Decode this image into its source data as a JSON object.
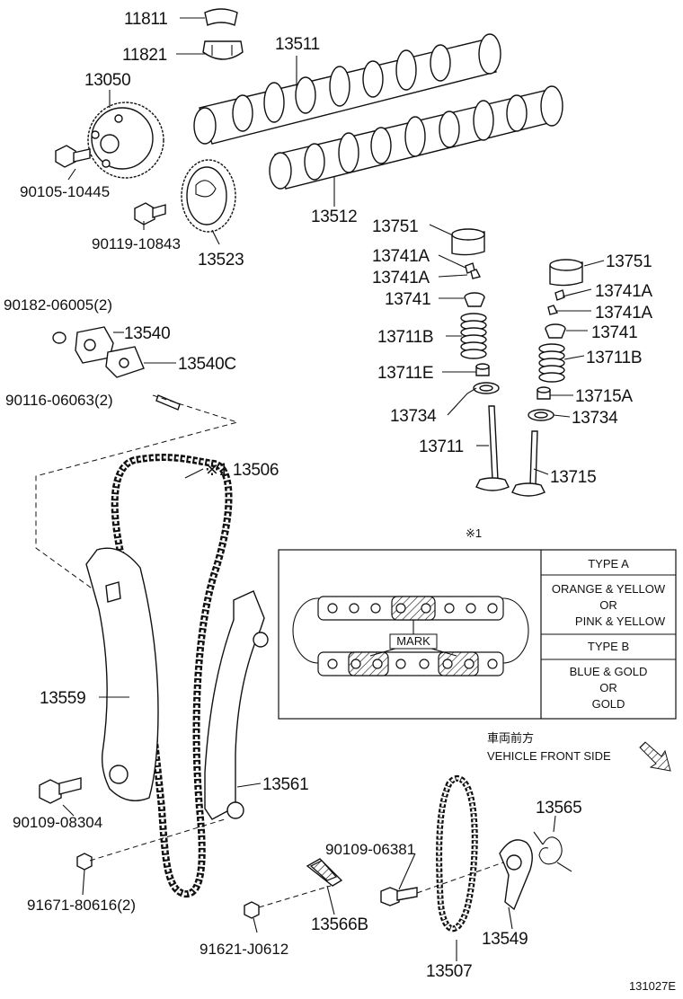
{
  "diagram_code": "131027E",
  "part_labels": [
    "11811",
    "11821",
    "13511",
    "13050",
    "90105-10445",
    "13512",
    "13523",
    "90119-10843",
    "13751",
    "13741A",
    "13741A",
    "13741",
    "13711B",
    "13711E",
    "13734",
    "13711",
    "13751",
    "13741A",
    "13741A",
    "13741",
    "13711B",
    "13715A",
    "13734",
    "13715",
    "90182-06005(2)",
    "13540",
    "13540C",
    "90116-06063(2)",
    "※1 13506",
    "13559",
    "13561",
    "90109-08304",
    "91671-80616(2)",
    "90109-06381",
    "13565",
    "13549",
    "13566B",
    "91621-J0612",
    "13507"
  ],
  "inset": {
    "ref": "※1",
    "mark_label": "MARK",
    "type_a_header": "TYPE A",
    "type_a_line1": "ORANGE & YELLOW",
    "type_a_line2": "OR",
    "type_a_line3": "PINK & YELLOW",
    "type_b_header": "TYPE B",
    "type_b_line1": "BLUE & GOLD",
    "type_b_line2": "OR",
    "type_b_line3": "GOLD"
  },
  "direction": {
    "label_jp": "車両前方",
    "label_en": "VEHICLE FRONT SIDE",
    "arrow_icon": "arrow-down-right-icon"
  }
}
